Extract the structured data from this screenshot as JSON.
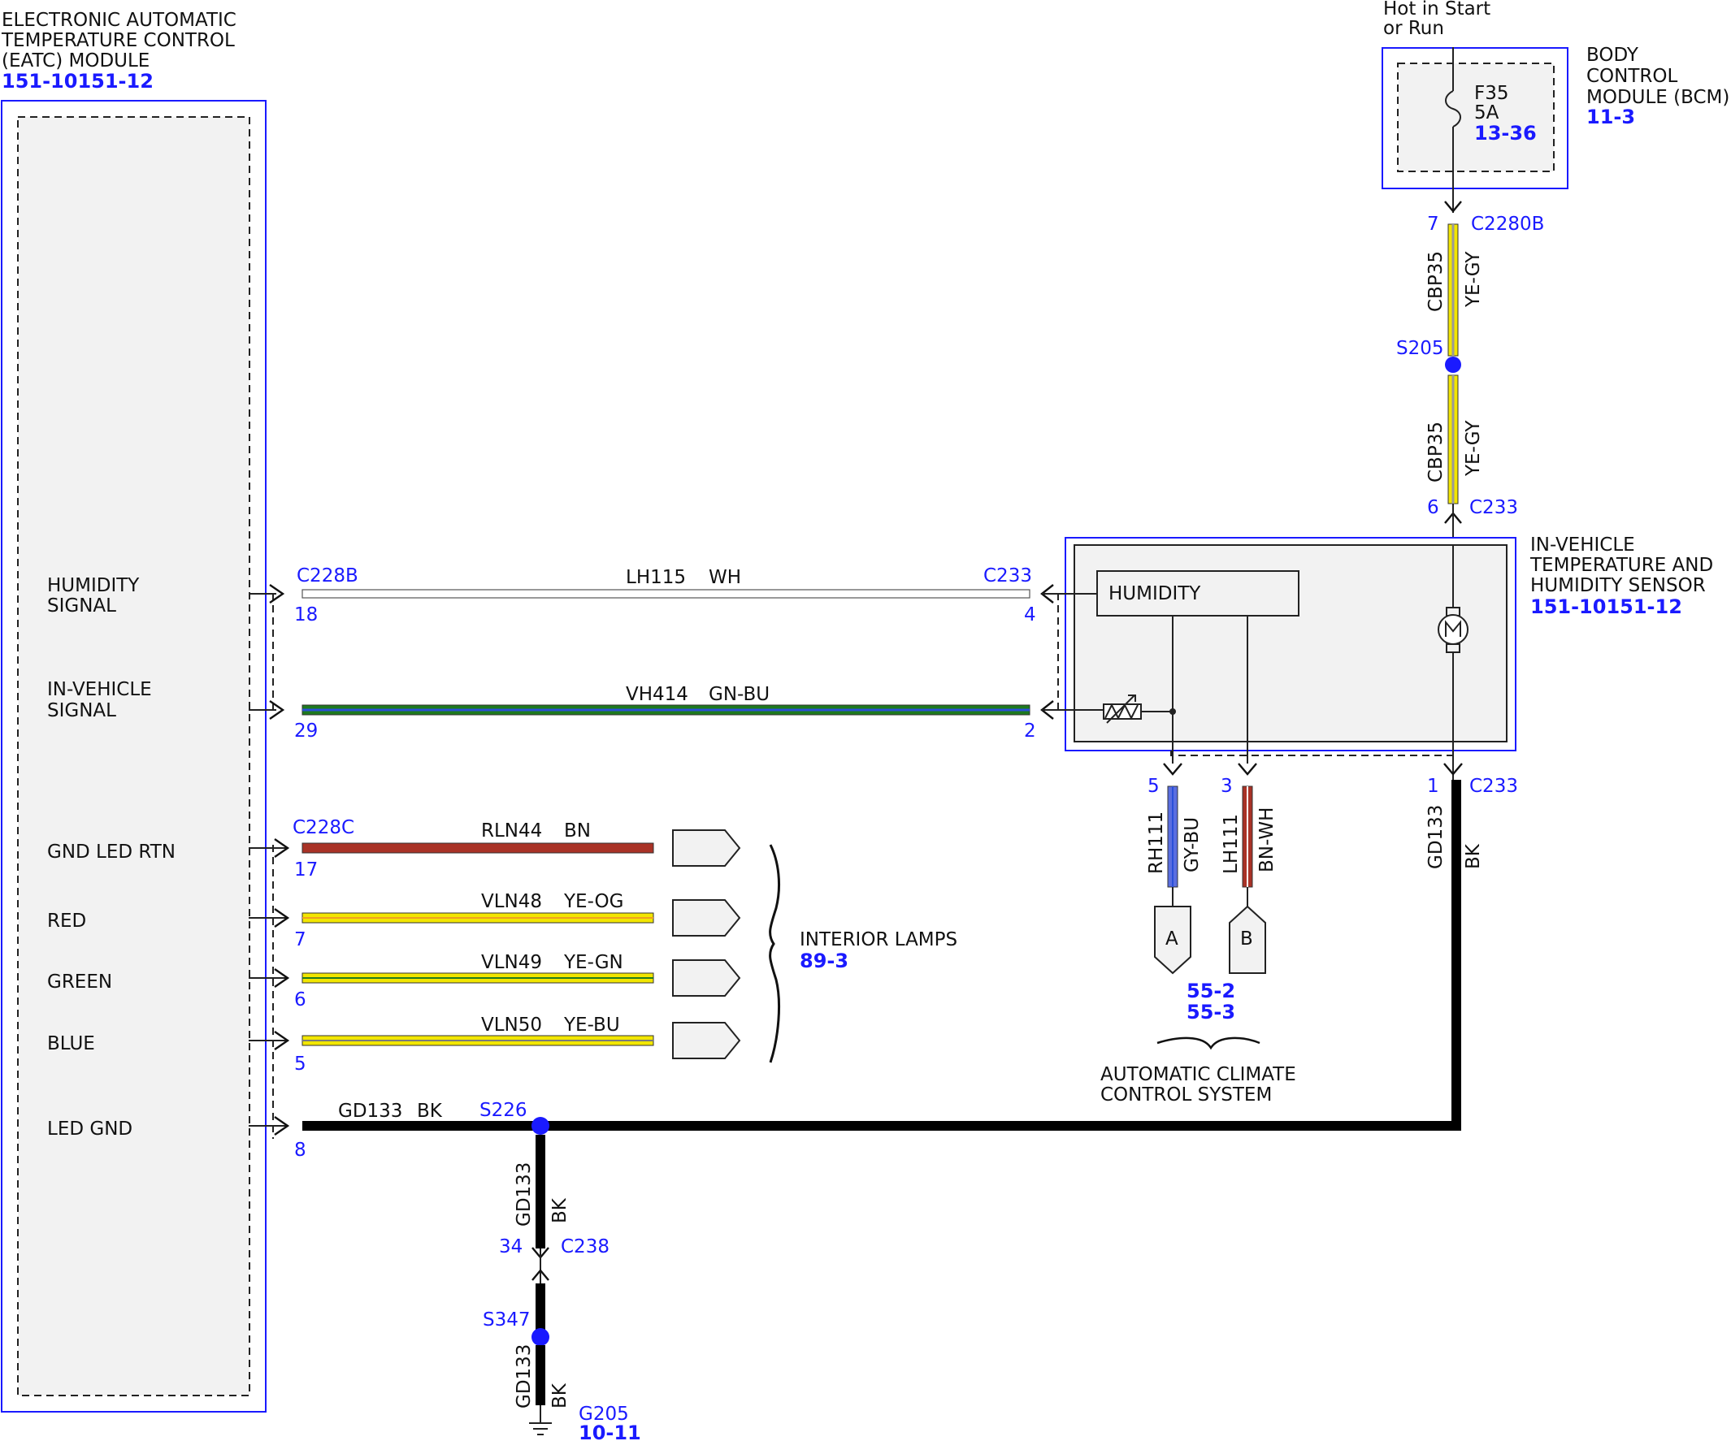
{
  "eatc": {
    "title_lines": [
      "ELECTRONIC AUTOMATIC",
      "TEMPERATURE CONTROL",
      "(EATC) MODULE"
    ],
    "ref": "151-10151-12",
    "pins": {
      "humidity": [
        "HUMIDITY",
        "SIGNAL"
      ],
      "invehicle": [
        "IN-VEHICLE",
        "SIGNAL"
      ],
      "gnd_led_rtn": "GND LED RTN",
      "red": "RED",
      "green": "GREEN",
      "blue": "BLUE",
      "led_gnd": "LED GND"
    }
  },
  "bcm": {
    "title_lines": [
      "BODY",
      "CONTROL",
      "MODULE (BCM)"
    ],
    "ref": "11-3",
    "supply_lines": [
      "Hot in Start",
      "or Run"
    ],
    "fuse": "F35",
    "fuse_rating": "5A",
    "fuse_ref": "13-36"
  },
  "sensor": {
    "title_lines": [
      "IN-VEHICLE",
      "TEMPERATURE AND",
      "HUMIDITY SENSOR"
    ],
    "ref": "151-10151-12",
    "humidity_label": "HUMIDITY"
  },
  "connectors": {
    "c2280b": "C2280B",
    "c2280b_pin": "7",
    "s205": "S205",
    "c233_top": "C233",
    "c233_top_pin": "6",
    "c228b": "C228B",
    "c228b_pin18": "18",
    "c228b_pin29": "29",
    "c233_left": "C233",
    "c233_left_pin4": "4",
    "c233_left_pin2": "2",
    "c228c": "C228C",
    "c228c_pin17": "17",
    "c228c_pin7": "7",
    "c228c_pin6": "6",
    "c228c_pin5": "5",
    "c228_pin8": "8",
    "s226": "S226",
    "c238": "C238",
    "c238_pin": "34",
    "s347": "S347",
    "g205": "G205",
    "g205_ref": "10-11",
    "bottom_pin5": "5",
    "bottom_pin3": "3",
    "bottom_pin1": "1",
    "c233_bottom": "C233"
  },
  "wires": {
    "cbp35_a": {
      "circuit": "CBP35",
      "color": "YE-GY"
    },
    "cbp35_b": {
      "circuit": "CBP35",
      "color": "YE-GY"
    },
    "lh115": {
      "circuit": "LH115",
      "color": "WH"
    },
    "vh414": {
      "circuit": "VH414",
      "color": "GN-BU"
    },
    "rln44": {
      "circuit": "RLN44",
      "color": "BN"
    },
    "vln48": {
      "circuit": "VLN48",
      "color": "YE-OG"
    },
    "vln49": {
      "circuit": "VLN49",
      "color": "YE-GN"
    },
    "vln50": {
      "circuit": "VLN50",
      "color": "YE-BU"
    },
    "gd133_h": {
      "circuit": "GD133",
      "color": "BK"
    },
    "gd133_v1": {
      "circuit": "GD133",
      "color": "BK"
    },
    "gd133_v2": {
      "circuit": "GD133",
      "color": "BK"
    },
    "gd133_right": {
      "circuit": "GD133",
      "color": "BK"
    },
    "rh111": {
      "circuit": "RH111",
      "color": "GY-BU"
    },
    "lh111": {
      "circuit": "LH111",
      "color": "BN-WH"
    }
  },
  "interior_lamps": {
    "label": "INTERIOR LAMPS",
    "ref": "89-3"
  },
  "climate": {
    "label_lines": [
      "AUTOMATIC CLIMATE",
      "CONTROL SYSTEM"
    ],
    "refs": [
      "55-2",
      "55-3"
    ],
    "flag_a": "A",
    "flag_b": "B"
  },
  "colors": {
    "ref_blue": "#1a1aff",
    "yellow": "#f2e600",
    "yellow_gray_stripe": "#9a9a9a",
    "green": "#1e7a1e",
    "blue_stripe": "#2a4fd8",
    "brown": "#a93226",
    "black": "#000000",
    "gray_blue": "#5a6ee0",
    "white_wire": "#ffffff"
  }
}
